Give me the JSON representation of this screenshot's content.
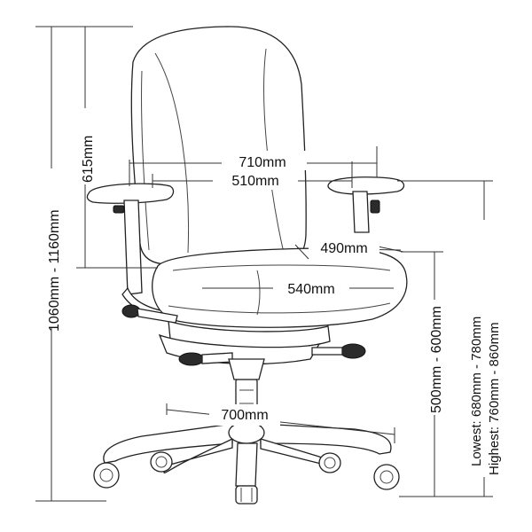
{
  "dimensions": {
    "overall_height": "1060mm - 1160mm",
    "backrest_height": "615mm",
    "armrest_width": "710mm",
    "backrest_width": "510mm",
    "seat_depth": "490mm",
    "seat_width": "540mm",
    "seat_height": "500mm - 600mm",
    "armrest_height_lowest": "Lowest: 680mm - 780mm",
    "armrest_height_highest": "Highest: 760mm - 860mm",
    "base_width": "700mm"
  }
}
